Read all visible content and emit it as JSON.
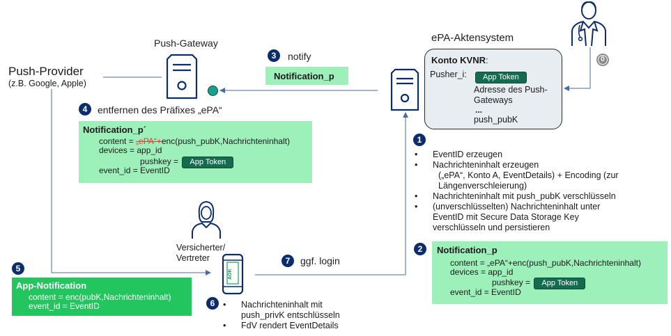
{
  "push_provider": {
    "title": "Push-Provider",
    "subtitle": "(z.B. Google, Apple)"
  },
  "push_gateway": {
    "title": "Push-Gateway"
  },
  "epa_system": {
    "title": "ePA-Aktensystem"
  },
  "konto": {
    "title": "Konto KVNR",
    "title_suffix": ":",
    "pusher_label": "Pusher_i:",
    "token_label": "App Token",
    "address_line1": "Adresse des Push-",
    "address_line2": "Gateways",
    "ellipsis": "...",
    "pubk": "push_pubK"
  },
  "steps": {
    "s0": {
      "number": "0"
    },
    "s1": {
      "number": "1",
      "bullets": [
        [
          "EventID erzeugen"
        ],
        [
          "Nachrichteninhalt erzeugen",
          "(„ePA“, Konto A, EventDetails) + Encoding (zur",
          "Längenverschleierung)"
        ],
        [
          "Nachrichteninhalt mit push_pubK verschlüsseln"
        ],
        [
          "(unverschlüsselten) Nachrichteninhalt unter",
          "EventID mit Secure Data Storage Key",
          "verschlüsseln und persistieren"
        ]
      ]
    },
    "s2": {
      "number": "2",
      "title": "Notification_p",
      "content_label": "content =",
      "content_value": "„ePA“+enc(push_pubK,Nachrichteninhalt)",
      "devices_line": "devices = app_id",
      "pushkey_label": "pushkey =",
      "token_label": "App Token",
      "event_line": "event_id =  EventID"
    },
    "s3": {
      "number": "3",
      "label": "notify",
      "box_label": "Notification_p"
    },
    "s4": {
      "number": "4",
      "label": "entfernen des Präfixes „ePA“",
      "title": "Notification_p´",
      "content_label": "content =",
      "content_strike": "„ePA“+",
      "content_value": "enc(push_pubK,Nachrichteninhalt)",
      "devices_line": "devices = app_id",
      "pushkey_label": "pushkey =",
      "token_label": "App Token",
      "event_line": "event_id =  EventID"
    },
    "s5": {
      "number": "5",
      "title": "App-Notification",
      "content_line": "content = enc(pubK,Nachrichteninhalt)",
      "event_line": "event_id =  EventID"
    },
    "s6": {
      "number": "6",
      "bullets": [
        [
          "Nachrichteninhalt mit",
          "push_privK entschlüsseln"
        ],
        [
          "FdV rendert EventDetails"
        ]
      ]
    },
    "s7": {
      "number": "7",
      "label": "ggf. login"
    }
  },
  "insured": {
    "line1": "Versicherter/",
    "line2": "Vertreter"
  },
  "phone": {
    "app_label": "AOK"
  },
  "colors": {
    "badge": "#0b2d6b",
    "light_green": "#9ef0bb",
    "dark_green": "#22c55e",
    "token": "#146b4f",
    "teal_dot": "#1a9e8f",
    "line": "#4a6b9e"
  },
  "icons": [
    "server-icon",
    "doctor-icon",
    "person-icon",
    "smartphone-icon",
    "arrow-icon"
  ]
}
